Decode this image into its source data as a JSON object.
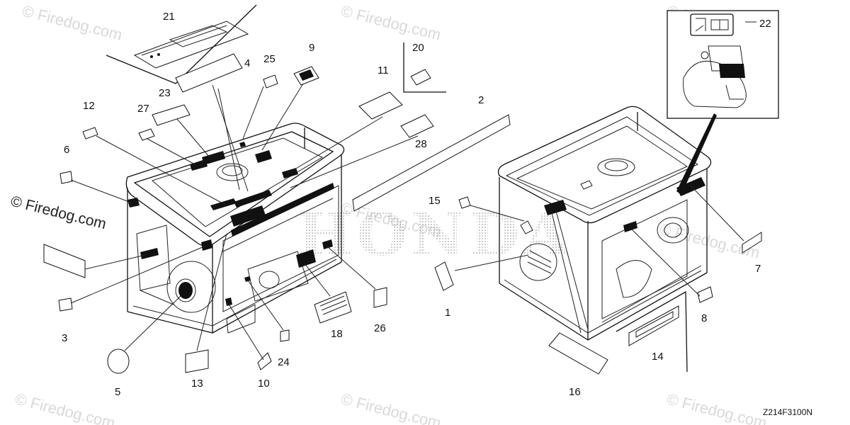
{
  "diagram": {
    "code": "Z214F3100N",
    "watermark_text": "© Firedog.com",
    "brand_text": "HONDA",
    "callouts": [
      {
        "id": "c1",
        "text": "1"
      },
      {
        "id": "c2",
        "text": "2"
      },
      {
        "id": "c3",
        "text": "3"
      },
      {
        "id": "c4",
        "text": "4"
      },
      {
        "id": "c5",
        "text": "5"
      },
      {
        "id": "c6",
        "text": "6"
      },
      {
        "id": "c7",
        "text": "7"
      },
      {
        "id": "c8",
        "text": "8"
      },
      {
        "id": "c9",
        "text": "9"
      },
      {
        "id": "c10",
        "text": "10"
      },
      {
        "id": "c11",
        "text": "11"
      },
      {
        "id": "c12",
        "text": "12"
      },
      {
        "id": "c13",
        "text": "13"
      },
      {
        "id": "c14",
        "text": "14"
      },
      {
        "id": "c15",
        "text": "15"
      },
      {
        "id": "c16",
        "text": "16"
      },
      {
        "id": "c18",
        "text": "18"
      },
      {
        "id": "c20",
        "text": "20"
      },
      {
        "id": "c21",
        "text": "21"
      },
      {
        "id": "c22",
        "text": "22"
      },
      {
        "id": "c23",
        "text": "23"
      },
      {
        "id": "c24",
        "text": "24"
      },
      {
        "id": "c25",
        "text": "25"
      },
      {
        "id": "c26",
        "text": "26"
      },
      {
        "id": "c27",
        "text": "27"
      },
      {
        "id": "c28",
        "text": "28"
      }
    ]
  }
}
